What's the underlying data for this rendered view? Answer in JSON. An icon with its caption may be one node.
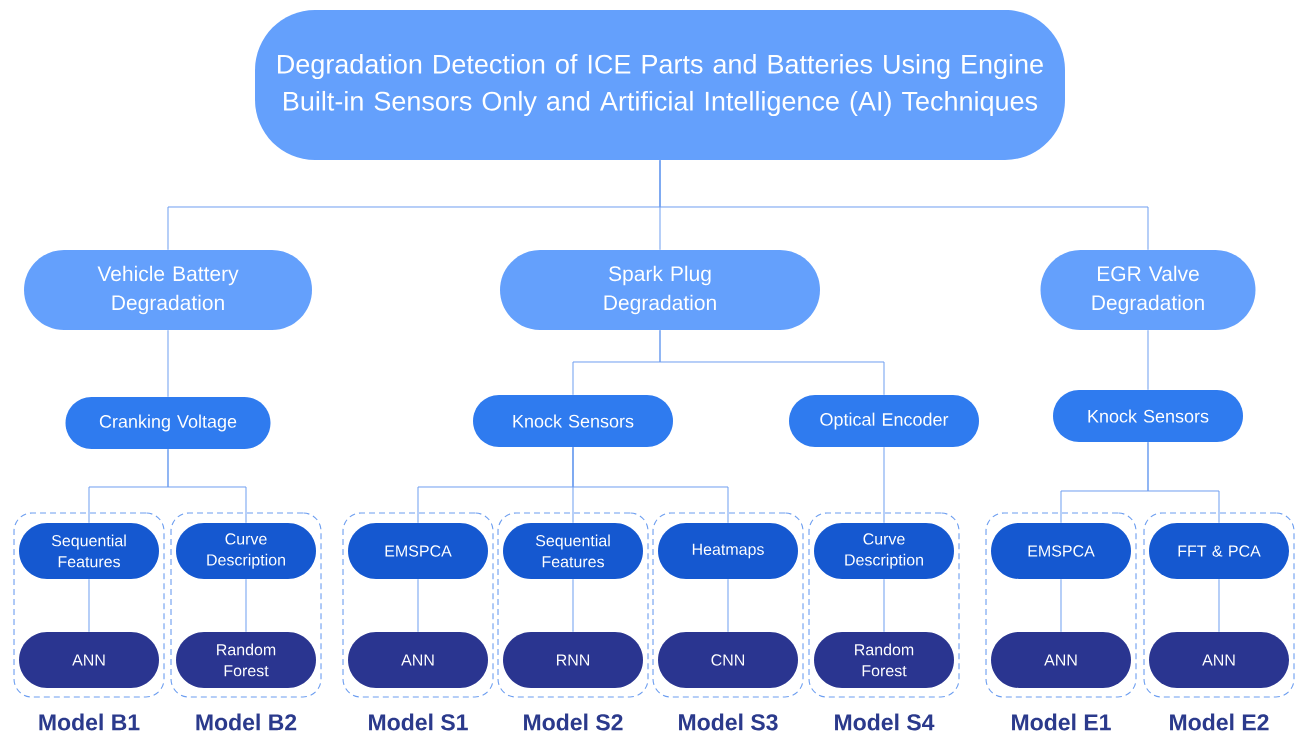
{
  "diagram": {
    "nodes": [
      {
        "text": [
          "Degradation Detection of ICE Parts and Batteries Using Engine Built-in Sensors Only and Artificial Intelligence (AI) Techniques"
        ]
      },
      {
        "text": [
          "Vehicle Battery Degradation"
        ]
      },
      {
        "text": [
          "Spark Plug Degradation"
        ]
      },
      {
        "text": [
          "EGR Valve Degradation"
        ]
      },
      {
        "text": [
          "Cranking Voltage"
        ]
      },
      {
        "text": [
          "Knock Sensors"
        ]
      },
      {
        "text": [
          "Optical Encoder"
        ]
      },
      {
        "text": [
          "Knock Sensors"
        ]
      },
      {
        "text": [
          "Model B1"
        ]
      },
      {
        "text": [
          "Sequential Features"
        ],
        "in": 8
      },
      {
        "text": [
          "ANN"
        ],
        "in": 8
      },
      {
        "text": [
          "Model B2"
        ]
      },
      {
        "text": [
          "Curve Description"
        ],
        "in": 11
      },
      {
        "text": [
          "Random Forest"
        ],
        "in": 11
      },
      {
        "text": [
          "Model S1"
        ]
      },
      {
        "text": [
          "EMSPCA"
        ],
        "in": 14
      },
      {
        "text": [
          "ANN"
        ],
        "in": 14
      },
      {
        "text": [
          "Model S2"
        ]
      },
      {
        "text": [
          "Sequential Features"
        ],
        "in": 17
      },
      {
        "text": [
          "RNN"
        ],
        "in": 17
      },
      {
        "text": [
          "Model S3"
        ]
      },
      {
        "text": [
          "Heatmaps"
        ],
        "in": 20
      },
      {
        "text": [
          "CNN"
        ],
        "in": 20
      },
      {
        "text": [
          "Model S4"
        ]
      },
      {
        "text": [
          "Curve Description"
        ],
        "in": 23
      },
      {
        "text": [
          "Random Forest"
        ],
        "in": 23
      },
      {
        "text": [
          "Model E1"
        ]
      },
      {
        "text": [
          "EMSPCA"
        ],
        "in": 26
      },
      {
        "text": [
          "ANN"
        ],
        "in": 26
      },
      {
        "text": [
          "Model E2"
        ]
      },
      {
        "text": [
          "FFT & PCA"
        ],
        "in": 29
      },
      {
        "text": [
          "ANN"
        ],
        "in": 29
      }
    ],
    "edges": [
      {
        "from": 0,
        "to": 1,
        "arrow": "none"
      },
      {
        "from": 0,
        "to": 2,
        "arrow": "none"
      },
      {
        "from": 0,
        "to": 3,
        "arrow": "none"
      },
      {
        "from": 1,
        "to": 4,
        "arrow": "none"
      },
      {
        "from": 2,
        "to": 5,
        "arrow": "none"
      },
      {
        "from": 2,
        "to": 6,
        "arrow": "none"
      },
      {
        "from": 3,
        "to": 7,
        "arrow": "none"
      },
      {
        "from": 4,
        "to": 9,
        "arrow": "none"
      },
      {
        "from": 4,
        "to": 12,
        "arrow": "none"
      },
      {
        "from": 5,
        "to": 15,
        "arrow": "none"
      },
      {
        "from": 5,
        "to": 18,
        "arrow": "none"
      },
      {
        "from": 5,
        "to": 21,
        "arrow": "none"
      },
      {
        "from": 6,
        "to": 24,
        "arrow": "none"
      },
      {
        "from": 7,
        "to": 27,
        "arrow": "none"
      },
      {
        "from": 7,
        "to": 30,
        "arrow": "none"
      },
      {
        "from": 9,
        "to": 10,
        "arrow": "none"
      },
      {
        "from": 12,
        "to": 13,
        "arrow": "none"
      },
      {
        "from": 15,
        "to": 16,
        "arrow": "none"
      },
      {
        "from": 18,
        "to": 19,
        "arrow": "none"
      },
      {
        "from": 21,
        "to": 22,
        "arrow": "none"
      },
      {
        "from": 24,
        "to": 25,
        "arrow": "none"
      },
      {
        "from": 27,
        "to": 28,
        "arrow": "none"
      },
      {
        "from": 30,
        "to": 31,
        "arrow": "none"
      }
    ]
  }
}
